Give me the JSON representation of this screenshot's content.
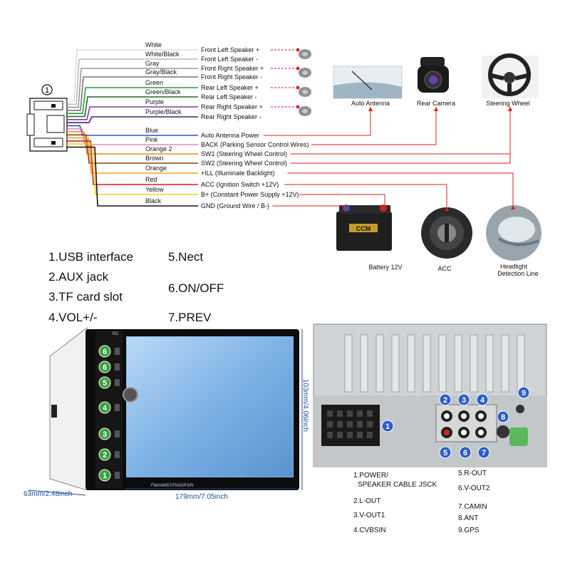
{
  "connector_number": "1",
  "wires": [
    {
      "color_label": "White",
      "function": "Front Left Speaker +",
      "wire_color": "#dddddd",
      "accessory": "speaker"
    },
    {
      "color_label": "White/Black",
      "function": "Front Left Speaker -",
      "wire_color": "#bbbbbb",
      "accessory": "speaker"
    },
    {
      "color_label": "Gray",
      "function": "Front Right Speaker +",
      "wire_color": "#999999",
      "accessory": "speaker"
    },
    {
      "color_label": "Gray/Black",
      "function": "Front Right Speaker -",
      "wire_color": "#777777",
      "accessory": "speaker"
    },
    {
      "color_label": "Green",
      "function": "Rear Left Speaker +",
      "wire_color": "#2e9b3a",
      "accessory": "speaker"
    },
    {
      "color_label": "Green/Black",
      "function": "Rear Left Speaker -",
      "wire_color": "#1f6b28",
      "accessory": "speaker"
    },
    {
      "color_label": "Purple",
      "function": "Rear Right Speaker +",
      "wire_color": "#7a3fa0",
      "accessory": "speaker"
    },
    {
      "color_label": "Purple/Black",
      "function": "Rear Right Speaker -",
      "wire_color": "#4d2466",
      "accessory": "speaker"
    },
    {
      "color_label": "Blue",
      "function": "Auto  Antenna Power",
      "wire_color": "#2a55c8",
      "accessory": "antenna"
    },
    {
      "color_label": "Pink",
      "function": "BACK (Parking Sensor Control Wires)",
      "wire_color": "#e88ab4",
      "accessory": "camera"
    },
    {
      "color_label": "Orange 2",
      "function": "SW1 (Steering Wheel Control)",
      "wire_color": "#f08a1c",
      "accessory": "wheel"
    },
    {
      "color_label": "Brown",
      "function": "SW2 (Steering Wheel Control)",
      "wire_color": "#7a4a1e",
      "accessory": "wheel"
    },
    {
      "color_label": "Orange",
      "function": "+ILL (Illuminate Backlight)",
      "wire_color": "#f5a21c",
      "accessory": "headlight"
    },
    {
      "color_label": "Red",
      "function": "ACC (Ignition Switch +12V)",
      "wire_color": "#d42020",
      "accessory": "acc"
    },
    {
      "color_label": "Yellow",
      "function": "B+ (Constant Power Supply +12V)",
      "wire_color": "#f2d21a",
      "accessory": "battery"
    },
    {
      "color_label": "Black",
      "function": "GND (Ground Wire / B-)",
      "wire_color": "#111111",
      "accessory": "battery"
    }
  ],
  "accessories": {
    "antenna": "Auto Antenna",
    "camera": "Rear Camera",
    "wheel": "Steering Wheel",
    "battery": "Battery 12V",
    "acc": "ACC",
    "headlight": "Headlight\nDetection Line",
    "headlight_line1": "Headlight",
    "headlight_line2": "Detection Line"
  },
  "battery_label_text": "CCM",
  "features_left": [
    "1.USB interface",
    "2.AUX jack",
    "3.TF card slot",
    "4.VOL+/-"
  ],
  "features_right": [
    "5.Nect",
    "6.ON/OFF",
    "7.PREV"
  ],
  "front_panel": {
    "buttons": [
      "6",
      "6",
      "5",
      "4",
      "3",
      "2",
      "1"
    ],
    "top_label": "RC",
    "bottom_text": "FM/AM/BT/FM/GPS/R",
    "dimensions": {
      "depth": "63mm/2.48inch",
      "width": "179mm/7.05inch",
      "height": "103mm/4.06inch"
    }
  },
  "rear_panel": {
    "port_numbers": [
      "1",
      "2",
      "3",
      "4",
      "5",
      "6",
      "7",
      "8",
      "9"
    ],
    "gps_label": "GPS"
  },
  "port_legend_left": [
    "1.POWER/\nSPEAKER CABLE JSCK",
    "2.L-OUT",
    "3.V-OUT1",
    "4.CVBSIN"
  ],
  "port_legend_right": [
    "5.R-OUT",
    "6.V-OUT2",
    "7.CAMIN",
    "8.ANT",
    "9.GPS"
  ],
  "port_legend_left_lines": [
    "1.POWER/",
    "SPEAKER CABLE JSCK",
    "2.L-OUT",
    "3.V-OUT1",
    "4.CVBSIN"
  ]
}
